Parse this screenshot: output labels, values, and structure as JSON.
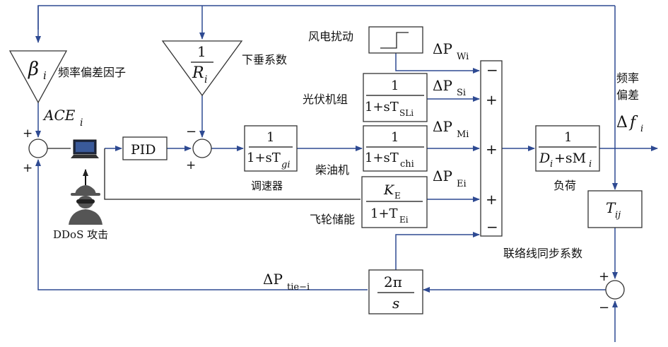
{
  "labels": {
    "beta": "β",
    "beta_sub": "i",
    "beta_caption": "频率偏差因子",
    "r_num": "1",
    "r_den": "R",
    "r_den_sub": "i",
    "r_caption": "下垂系数",
    "wind_caption": "风电扰动",
    "ace": "ACE",
    "ace_sub": "i",
    "pid": "PID",
    "gov_num": "1",
    "gov_den": "1+sT",
    "gov_den_sub": "gi",
    "gov_caption": "调速器",
    "pv_num": "1",
    "pv_den": "1+sT",
    "pv_den_sub": "SLi",
    "pv_caption": "光伏机组",
    "diesel_num": "1",
    "diesel_den": "1+sT",
    "diesel_den_sub": "chi",
    "diesel_caption": "柴油机",
    "fly_num": "K",
    "fly_num_sub": "E",
    "fly_den": "1+T",
    "fly_den_sub": "Ei",
    "fly_caption": "飞轮储能",
    "dpw": "ΔP",
    "dpw_sub": "Wi",
    "dps": "ΔP",
    "dps_sub": "Si",
    "dpm": "ΔP",
    "dpm_sub": "Mi",
    "dpe": "ΔP",
    "dpe_sub": "Ei",
    "sum_signs": [
      "−",
      "+",
      "+",
      "+",
      "−"
    ],
    "load_num": "1",
    "load_den_d": "D",
    "load_den_d_sub": "i",
    "load_den_mid": "+sM",
    "load_den_m_sub": "i",
    "load_caption": "负荷",
    "freq_caption_1": "频率",
    "freq_caption_2": "偏差",
    "df": "Δ",
    "df_f": "f",
    "df_sub": "i",
    "tij": "T",
    "tij_sub": "ij",
    "tie_caption": "联络线同步系数",
    "twopi_num": "2π",
    "twopi_den": "s",
    "dptie": "ΔP",
    "dptie_sub": "tie−i",
    "ddos_caption": "DDoS 攻击",
    "plus": "+",
    "minus": "−"
  },
  "colors": {
    "signal_line": "#2e4a92",
    "block_border": "#333333",
    "attacker_icon": "#555555"
  },
  "icons": [
    "computer-icon",
    "hacker-icon",
    "step-signal-icon"
  ]
}
